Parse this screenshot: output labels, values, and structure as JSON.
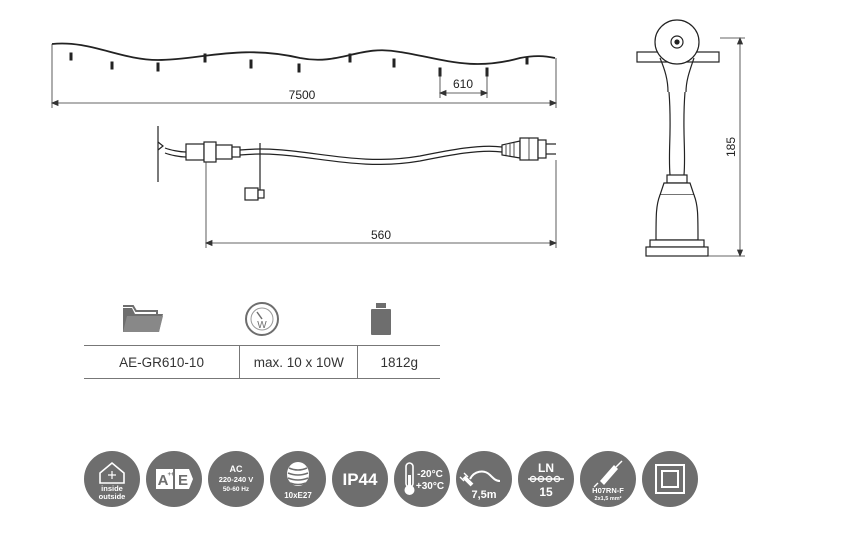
{
  "dimensions": {
    "total_length": "7500",
    "spacing": "610",
    "cable_length": "560",
    "socket_height": "185"
  },
  "spec_table": {
    "icons": [
      "folder-icon",
      "wattage-icon",
      "weight-icon"
    ],
    "values": [
      "AE-GR610-10",
      "max. 10 x 10W",
      "1812g"
    ]
  },
  "badges": {
    "inside_outside": {
      "line1": "inside",
      "line2": "outside"
    },
    "energy": {
      "letter_a": "A",
      "plus": "++",
      "letter_e": "E"
    },
    "voltage": {
      "line1": "AC",
      "line2": "220-240 V",
      "line3": "50-60 Hz"
    },
    "socket": {
      "label": "10xE27"
    },
    "ip": {
      "label": "IP44"
    },
    "temperature": {
      "high": "-20°C",
      "low": "+30°C"
    },
    "cable": {
      "label": "7,5m"
    },
    "ln": {
      "top": "LN",
      "bottom": "15"
    },
    "cable_type": {
      "line1": "H07RN-F",
      "line2": "2x1,5 mm²"
    }
  }
}
